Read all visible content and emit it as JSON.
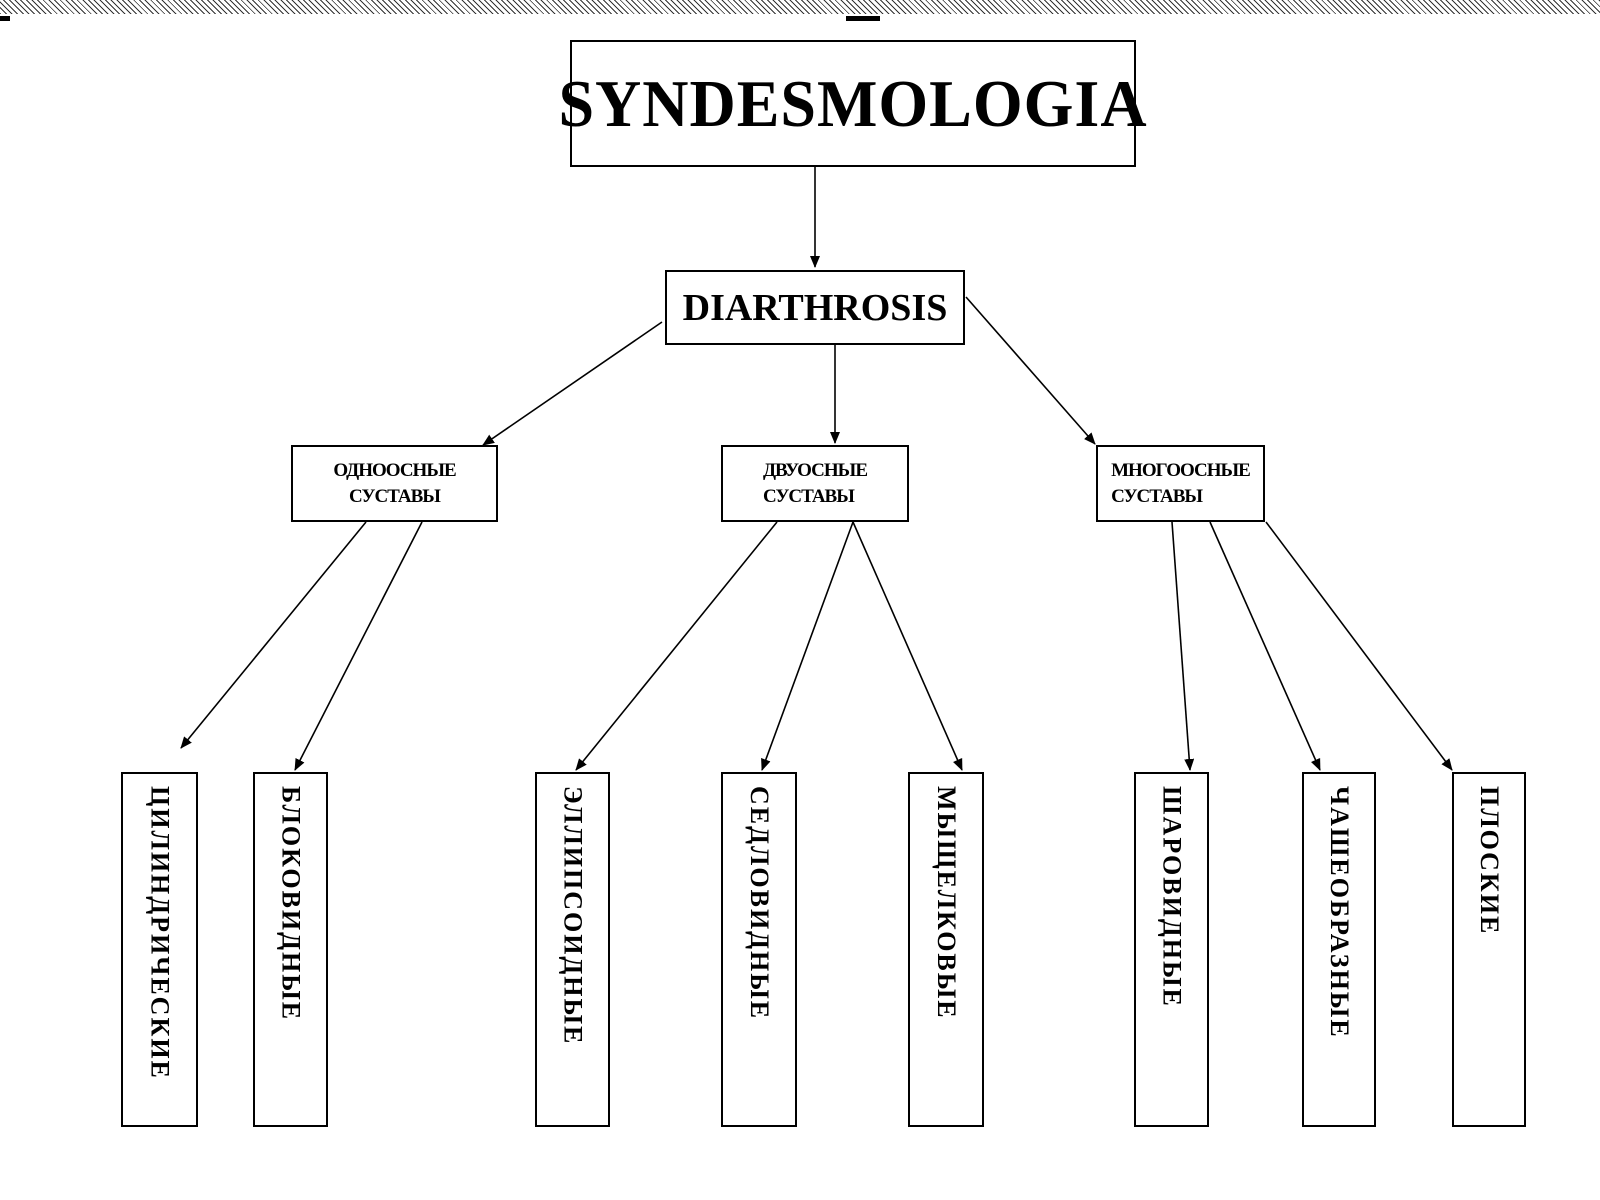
{
  "root": {
    "label": "SYNDESMOLOGIA"
  },
  "level1": {
    "label": "DIARTHROSIS"
  },
  "categories": [
    {
      "line1": "ОДНООСНЫЕ",
      "line2": "СУСТАВЫ"
    },
    {
      "line1": "ДВУОСНЫЕ",
      "line2": "СУСТАВЫ"
    },
    {
      "line1": "МНОГООСНЫЕ",
      "line2": "СУСТАВЫ"
    }
  ],
  "leaves": [
    "ЦИЛИНДРИЧЕСКИЕ",
    "БЛОКОВИДНЫЕ",
    "ЭЛЛИПСОИДНЫЕ",
    "СЕДЛОВИДНЫЕ",
    "МЫЩЕЛКОВЫЕ",
    "ШАРОВИДНЫЕ",
    "ЧАШЕОБРАЗНЫЕ",
    "ПЛОСКИЕ"
  ]
}
